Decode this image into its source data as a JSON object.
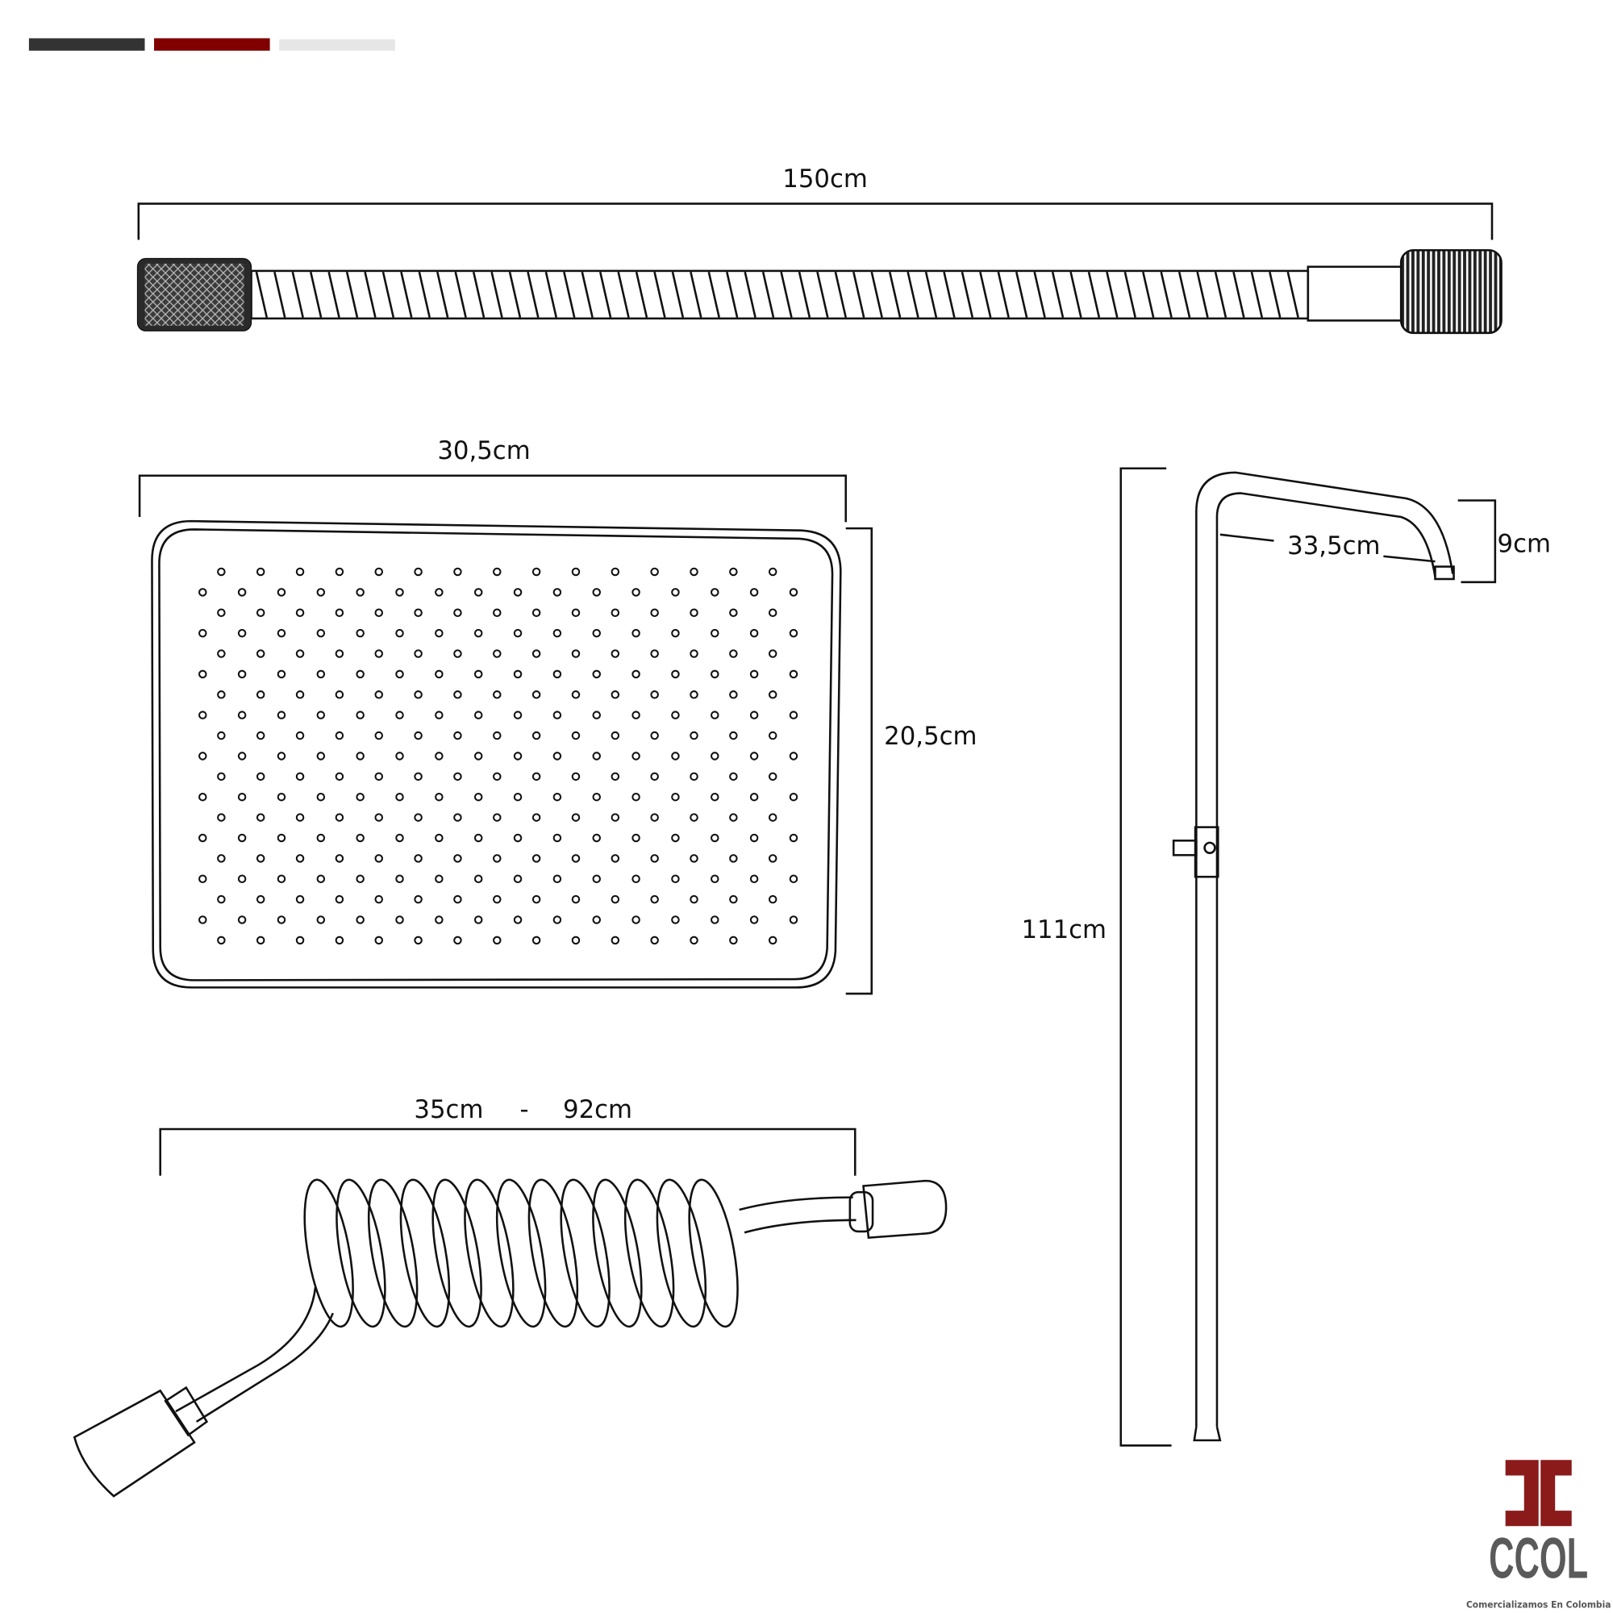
{
  "header_bars": {
    "colors": [
      "#333333",
      "#800000",
      "#e6e6e6"
    ]
  },
  "hose": {
    "length_label": "150cm"
  },
  "shower_head": {
    "width_label": "30,5cm",
    "height_label": "20,5cm"
  },
  "coiled_hose": {
    "min_label": "35cm",
    "separator": "-",
    "max_label": "92cm"
  },
  "shower_pipe": {
    "height_label": "111cm",
    "arm_label": "33,5cm",
    "drop_label": "9cm"
  },
  "logo": {
    "name": "CCOL",
    "tagline": "Comercializamos En Colombia",
    "colors": {
      "mark": "#8b1a1a",
      "text": "#5a5a5a"
    }
  }
}
